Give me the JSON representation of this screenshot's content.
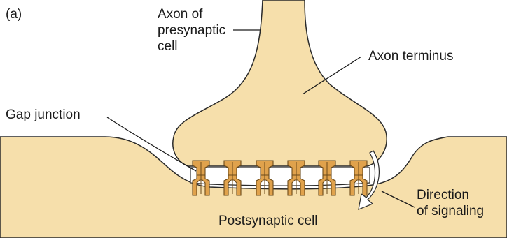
{
  "panel_label": "(a)",
  "labels": {
    "axon_presynaptic": [
      "Axon of",
      "presynaptic",
      "cell"
    ],
    "axon_terminus": "Axon terminus",
    "gap_junction": "Gap junction",
    "direction_of_signaling": [
      "Direction",
      "of signaling"
    ],
    "postsynaptic_cell": "Postsynaptic cell"
  },
  "colors": {
    "cell_fill": "#f6dfab",
    "cell_outline": "#2a2a2a",
    "channel_fill": "#e0a24c",
    "channel_outline": "#6b4a1a",
    "arrow_fill": "#ffffff"
  }
}
